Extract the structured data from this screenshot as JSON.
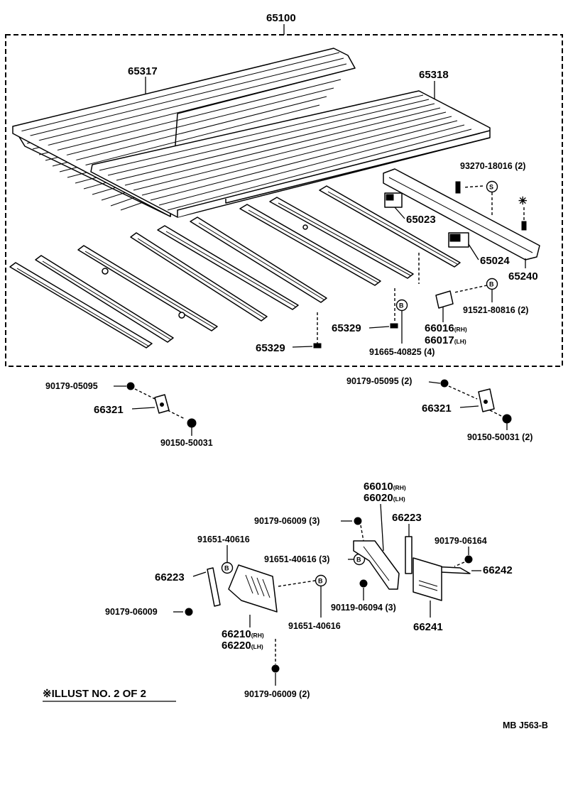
{
  "assembly": {
    "number": "65100"
  },
  "parts_main": [
    {
      "id": "p65317",
      "label": "65317"
    },
    {
      "id": "p65318",
      "label": "65318"
    },
    {
      "id": "p93270",
      "label": "93270-18016 (2)"
    },
    {
      "id": "p65023",
      "label": "65023"
    },
    {
      "id": "p65024",
      "label": "65024"
    },
    {
      "id": "p65240",
      "label": "65240"
    },
    {
      "id": "p91521",
      "label": "91521-80816 (2)"
    },
    {
      "id": "p66016",
      "label": "66016"
    },
    {
      "id": "p66017",
      "label": "66017"
    },
    {
      "id": "p65329a",
      "label": "65329"
    },
    {
      "id": "p65329b",
      "label": "65329"
    },
    {
      "id": "p91665",
      "label": "91665-40825 (4)"
    }
  ],
  "suffix": {
    "rh": "(RH)",
    "lh": "(LH)"
  },
  "parts_mid": {
    "left_nut": "90179-05095",
    "left_bracket": "66321",
    "left_bolt": "90150-50031",
    "right_nut": "90179-05095 (2)",
    "right_bracket": "66321",
    "right_bolt": "90150-50031 (2)"
  },
  "parts_lower": {
    "p66010": "66010",
    "p66020": "66020",
    "p90179_06009_3": "90179-06009 (3)",
    "p66223_right": "66223",
    "p90179_06164": "90179-06164",
    "p91651_3": "91651-40616 (3)",
    "p66242": "66242",
    "p91651_top": "91651-40616",
    "p66223_left": "66223",
    "p90179_06009_left": "90179-06009",
    "p91651_mid": "91651-40616",
    "p90119": "90119-06094 (3)",
    "p66241": "66241",
    "p66210": "66210",
    "p66220": "66220",
    "p90179_06009_2": "90179-06009 (2)"
  },
  "symbols": {
    "s": "S",
    "b": "B",
    "star": "✳"
  },
  "footer": {
    "illust_note": "※ILLUST  NO. 2 OF 2",
    "code": "MB  J563-B"
  }
}
